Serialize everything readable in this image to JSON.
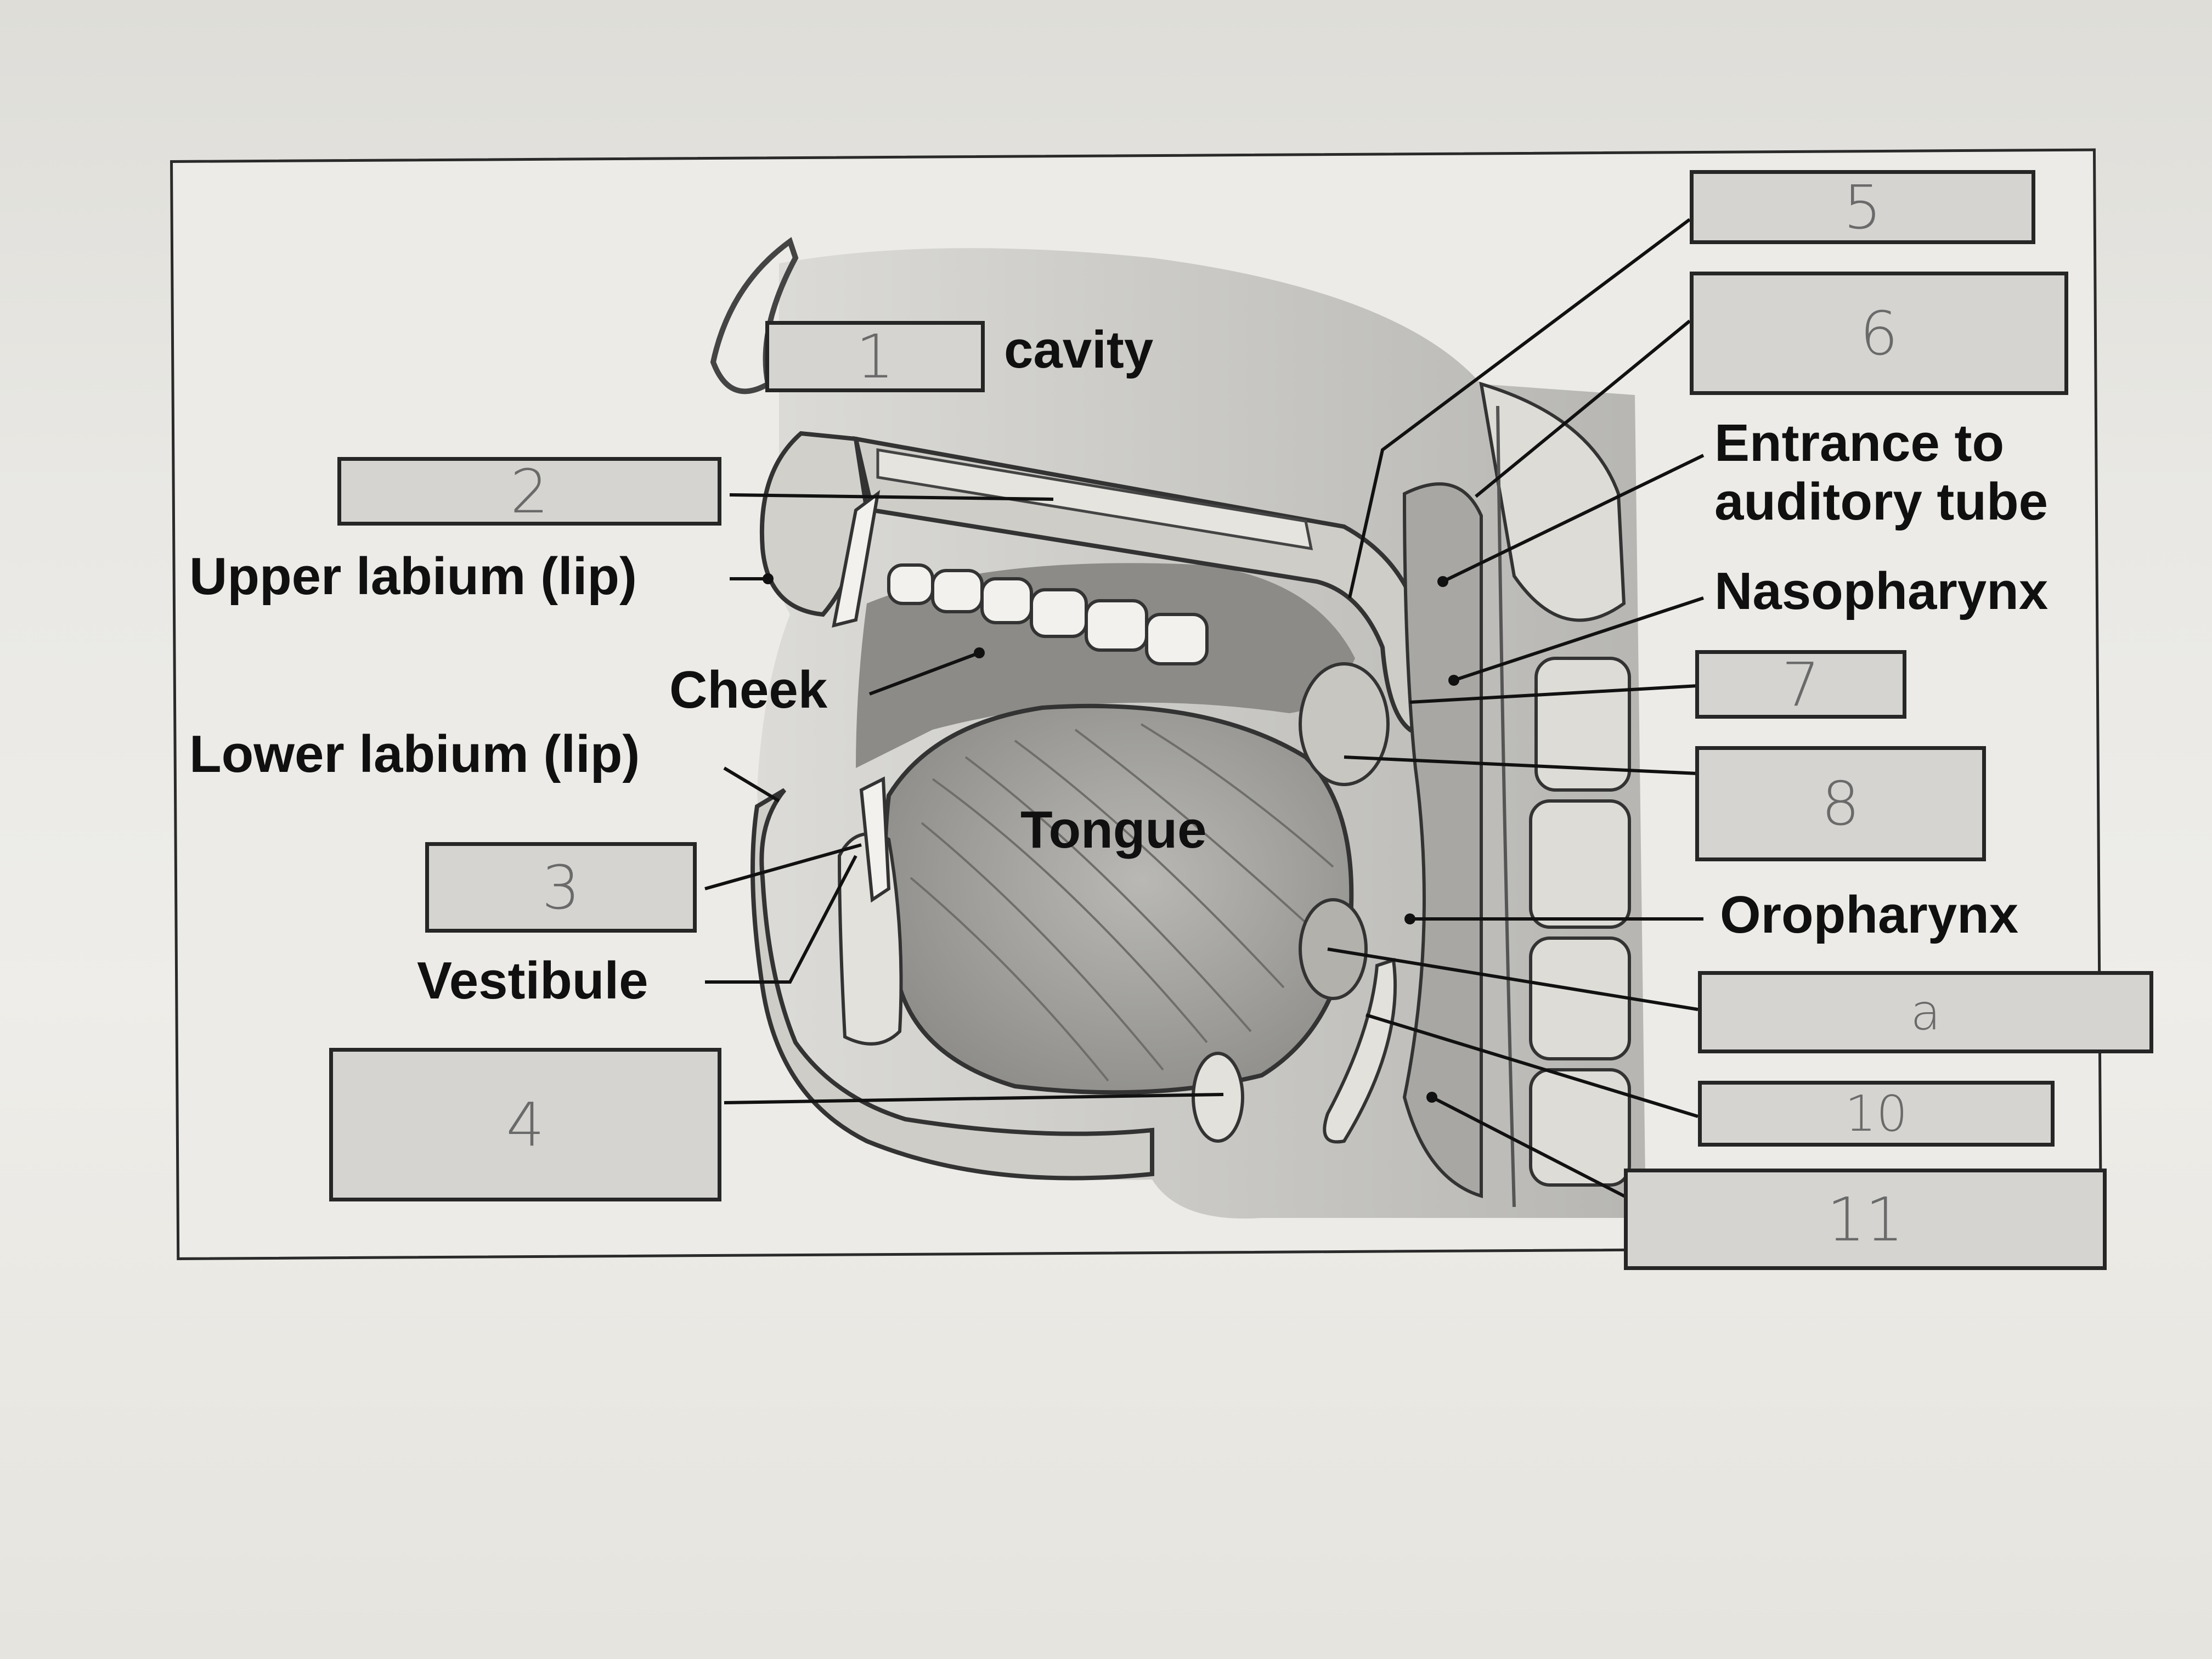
{
  "labels": {
    "cavity": "cavity",
    "upper_labium": "Upper labium (lip)",
    "cheek": "Cheek",
    "lower_labium": "Lower labium (lip)",
    "tongue": "Tongue",
    "vestibule": "Vestibule",
    "entrance_auditory_line1": "Entrance to",
    "entrance_auditory_line2": "auditory tube",
    "nasopharynx": "Nasopharynx",
    "oropharynx": "Oropharynx"
  },
  "answer_boxes": {
    "b1": "1",
    "b2": "2",
    "b3": "3",
    "b4": "4",
    "b5": "5",
    "b6": "6",
    "b7": "7",
    "b8": "8",
    "b9": "a",
    "b10": "10",
    "b11": "11"
  }
}
